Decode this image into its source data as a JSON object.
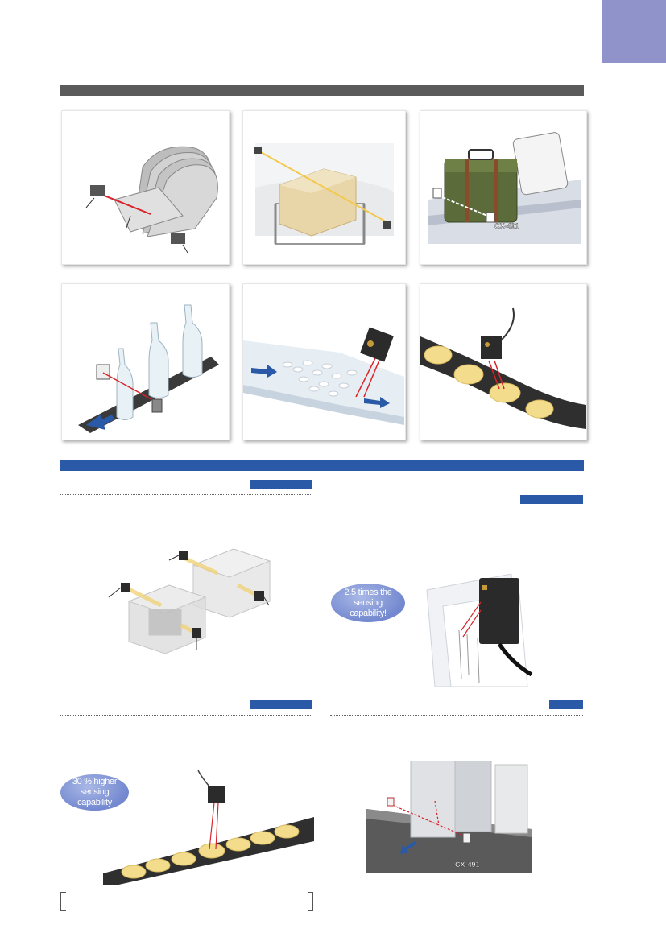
{
  "sections": {
    "applications_bar": "",
    "features_bar": ""
  },
  "callouts": {
    "cx491_a": "CX-491",
    "cx491_b": "CX-491",
    "sensing_2_5": "2.5 times the sensing capability!",
    "sensing_30": "30 % higher sensing capability"
  },
  "colors": {
    "corner_tab": "#8f93c9",
    "gray_bar": "#5b5b5b",
    "blue_bar": "#2a5aa7",
    "bubble": "#7388cf",
    "beam": "#d8242a"
  }
}
